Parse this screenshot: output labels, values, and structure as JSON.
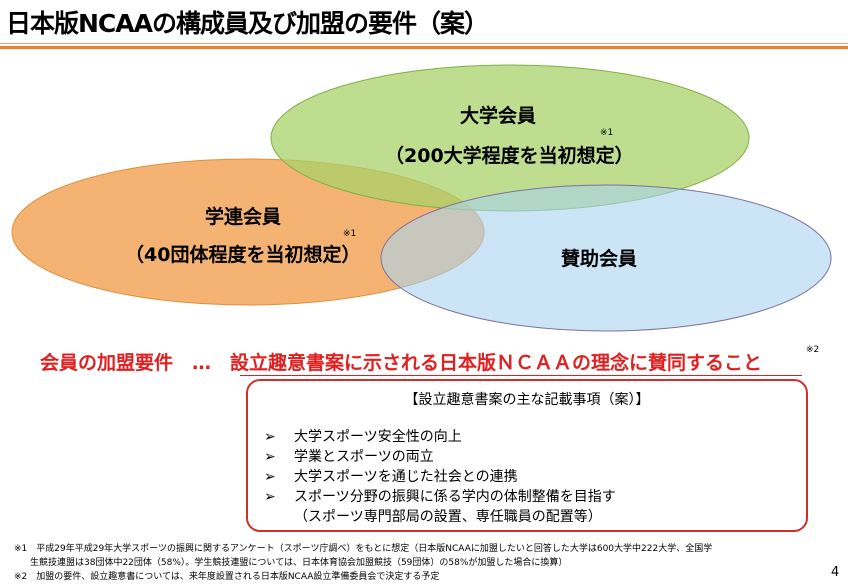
{
  "title": "日本版NCAAの構成員及び加盟の要件（案）",
  "circles": {
    "university": {
      "label": "大学会員",
      "sub": "（200大学程度を当初想定）",
      "mark": "※1",
      "color": "#a9d26a"
    },
    "federation": {
      "label": "学連会員",
      "sub": "（40団体程度を当初想定）",
      "mark": "※1",
      "color": "#f2a65a"
    },
    "supporting": {
      "label": "賛助会員",
      "color": "#a9d4f0"
    }
  },
  "requirement": {
    "prefix": "会員の加盟要件　…　",
    "text": "設立趣意書案に示される日本版ＮＣＡＡの理念に賛同すること",
    "mark": "※2"
  },
  "box": {
    "title": "【設立趣意書案の主な記載事項（案）】",
    "arrow": "➢",
    "items": [
      "大学スポーツ安全性の向上",
      "学業とスポーツの両立",
      "大学スポーツを通じた社会との連携",
      "スポーツ分野の振興に係る学内の体制整備を目指す"
    ],
    "item_note": "（スポーツ専門部局の設置、専任職員の配置等）"
  },
  "footnotes": [
    "※1　平成29年平成29年大学スポーツの振興に関するアンケート（スポーツ庁調べ）をもとに想定（日本版NCAAに加盟したいと回答した大学は600大学中222大学、全国学",
    "生競技連盟は38団体中22団体（58%）。学生競技連盟については、日本体育協会加盟競技（59団体）の58%が加盟した場合に換算）",
    "※2　加盟の要件、設立趣意書については、来年度設置される日本版NCAA設立準備委員会で決定する予定"
  ],
  "page_number": "4"
}
